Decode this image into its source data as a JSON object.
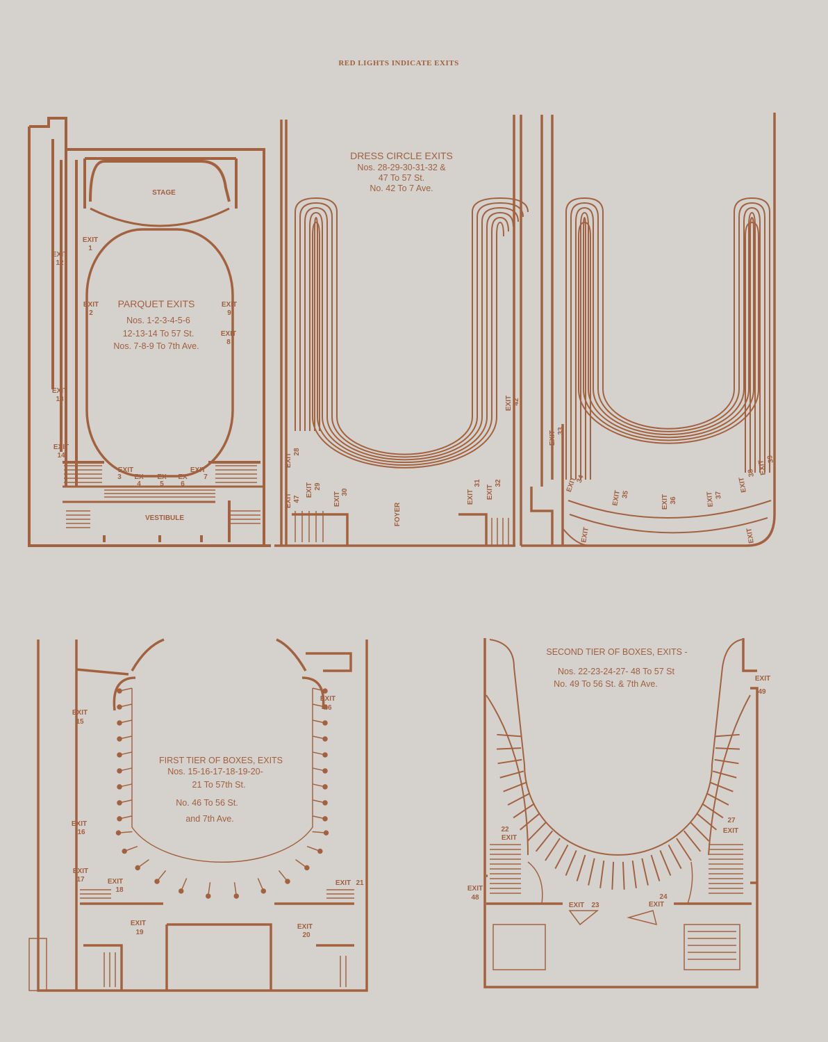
{
  "header": "RED LIGHTS INDICATE EXITS",
  "exit_word": "EXIT",
  "ex_word": "EX",
  "parquet": {
    "title": "PARQUET EXITS",
    "lines": [
      "Nos. 1-2-3-4-5-6",
      "12-13-14 To 57 St.",
      "Nos. 7-8-9 To 7th Ave."
    ],
    "stage": "STAGE",
    "vestibule": "VESTIBULE",
    "exits": [
      "1",
      "2",
      "3",
      "4",
      "5",
      "6",
      "7",
      "8",
      "9",
      "12",
      "13",
      "14"
    ]
  },
  "dress_circle": {
    "title": "DRESS CIRCLE EXITS",
    "lines": [
      "Nos. 28-29-30-31-32 &",
      "47 To 57 St.",
      "No. 42 To 7 Ave."
    ],
    "foyer": "FOYER",
    "exits": [
      "28",
      "47",
      "29",
      "30",
      "31",
      "32",
      "42"
    ]
  },
  "balcony": {
    "exits": [
      "33",
      "34",
      "35",
      "36",
      "37",
      "38",
      "39"
    ]
  },
  "first_tier": {
    "title": "FIRST TIER OF BOXES, EXITS",
    "lines": [
      "Nos. 15-16-17-18-19-20-",
      "21 To 57th St.",
      "No. 46 To 56 St.",
      "and 7th Ave."
    ],
    "exits": [
      "15",
      "16",
      "17",
      "18",
      "19",
      "20",
      "21",
      "46"
    ]
  },
  "second_tier": {
    "title": "SECOND TIER OF BOXES, EXITS -",
    "lines": [
      "Nos. 22-23-24-27- 48 To 57 St",
      "No. 49 To 56 St. & 7th Ave."
    ],
    "exits": [
      "22",
      "27",
      "48",
      "23",
      "24",
      "49"
    ]
  },
  "colors": {
    "paper": "#d5d2cd",
    "ink": "#a3623f"
  }
}
